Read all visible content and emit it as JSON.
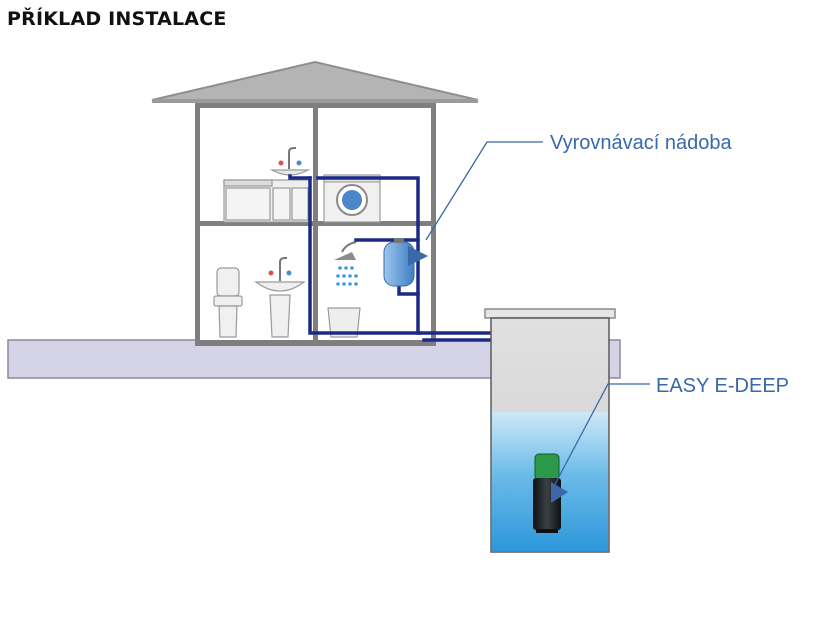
{
  "title": "PŘÍKLAD INSTALACE",
  "labels": {
    "tank": "Vyrovnávací nádoba",
    "pump": "EASY E-DEEP"
  },
  "colors": {
    "pipe": "#1c2a86",
    "callout": "#3a68a8",
    "ground": "#d4d4e6",
    "water": "#3aa0dd",
    "tank_blue": "#4a86c8",
    "pump_green": "#2a9a4a"
  }
}
